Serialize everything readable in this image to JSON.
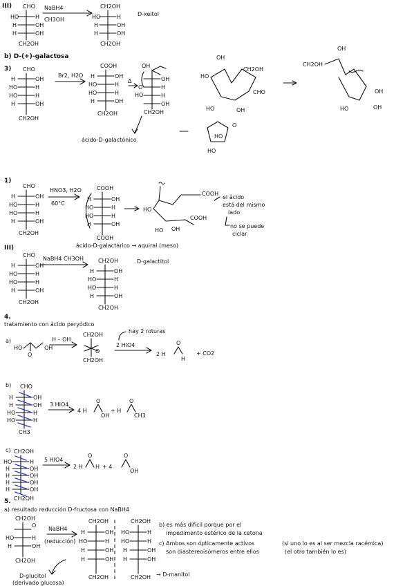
{
  "section3": {
    "label": "III)",
    "cho": "CHO",
    "ch2oh": "CH2OH",
    "oh": "OH",
    "h": "H",
    "ho": "HO",
    "reagent_top": "NaBH4",
    "reagent_bottom": "CH3OH",
    "product": "D-xeitol"
  },
  "partb": {
    "label": "b) D-(+)-galactosa",
    "step": "3)",
    "reagent": "Br2, H2O",
    "cooh": "COOH",
    "delta": "Δ",
    "o": "O",
    "acid_name": "ácido-D-galactónico"
  },
  "section1": {
    "label": "1)",
    "reagent_top": "HNO3, H2O",
    "reagent_bottom": "60°C",
    "note1": "el ácido",
    "note2": "está del mismo",
    "note3": "lado",
    "note4": "no se puede",
    "note5": "ciclar",
    "result": "ácido-D-galactárico → aquiral (meso)"
  },
  "section3b": {
    "label": "III)",
    "reagent": "NaBH4 CH3OH",
    "product": "D-galactitol"
  },
  "section4": {
    "label": "4.",
    "title": "tratamiento con ácido peryódico",
    "a_label": "a)",
    "a_reagent": "H – OH",
    "note": "hay 2 roturas",
    "a_reagent2": "2 HIO4",
    "a_product": "2 H",
    "co2": "+ CO2",
    "b_label": "b)",
    "b_reagent": "3 HIO4",
    "b_product1": "4 H",
    "b_product2": "+ H",
    "ch3": "CH3",
    "c_label": "c)",
    "c_reagent": "5 HIO4",
    "c_product1": "2 H",
    "c_product2": "+ 4",
    "c_h": "H"
  },
  "section5": {
    "label": "5.",
    "a_text": "a) resultado reducción D-fructosa con NaBH4",
    "reagent": "NaBH4",
    "reagent_note": "(reducción)",
    "glucitol": "D-glucitol",
    "glucitol_note": "(derivado glucosa)",
    "manitol": "→ D-manitol",
    "b_text1": "b) es más difícil porque por el",
    "b_text2": "impedimento estérico de la cetona",
    "c_text1": "c) Ambos son ópticamente activos",
    "c_text2": "son diastereoisómeros entre ellos",
    "c_side1": "(si uno lo es al ser mezcla racémica)",
    "c_side2": "(el otro también lo es)"
  }
}
